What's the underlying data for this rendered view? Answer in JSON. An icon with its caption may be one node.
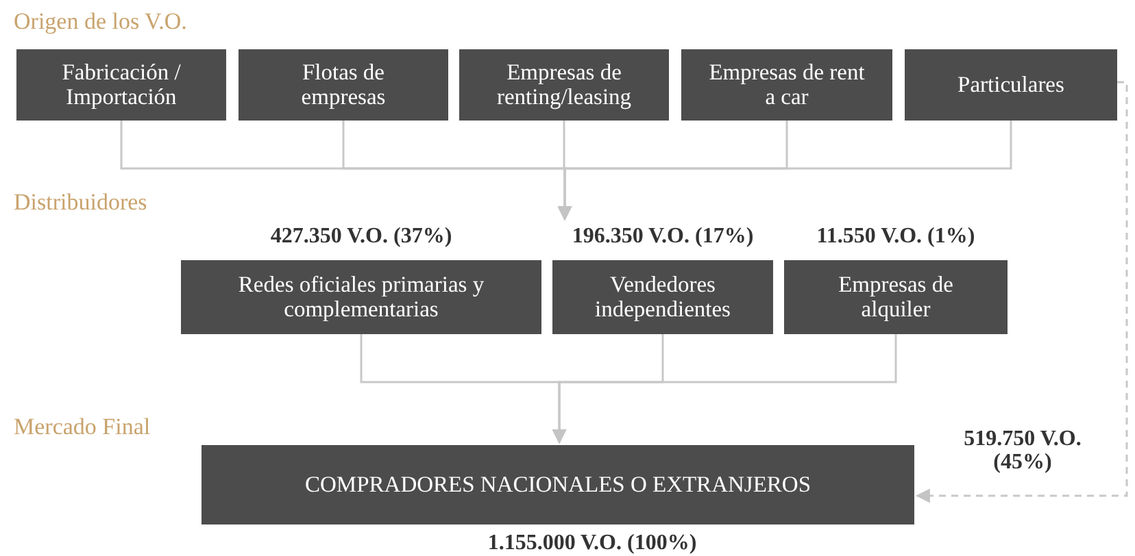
{
  "diagram": {
    "nodes": [
      {
        "text": [
          "Fabricación / Importación"
        ]
      },
      {
        "text": [
          "Flotas de empresas"
        ]
      },
      {
        "text": [
          "Empresas de renting/leasing"
        ]
      },
      {
        "text": [
          "Empresas de rent a car"
        ]
      },
      {
        "text": [
          "Particulares"
        ]
      },
      {
        "text": [
          "Redes oficiales primarias y complementarias"
        ],
        "beside": [
          "427.350 V.O. (37%)"
        ]
      },
      {
        "text": [
          "Vendedores independientes"
        ],
        "beside": [
          "196.350 V.O. (17%)"
        ]
      },
      {
        "text": [
          "Empresas de alquiler"
        ],
        "beside": [
          "11.550 V.O. (1%)"
        ]
      },
      {
        "text": [
          "COMPRADORES NACIONALES O EXTRANJEROS"
        ],
        "beside": [
          "1.155.000 V.O. (100%)"
        ]
      }
    ],
    "edges": [
      {
        "from": 0,
        "to": 6,
        "arrow": "to"
      },
      {
        "from": 1,
        "to": 6,
        "arrow": "to"
      },
      {
        "from": 2,
        "to": 6,
        "arrow": "to"
      },
      {
        "from": 3,
        "to": 6,
        "arrow": "to"
      },
      {
        "from": 4,
        "to": 6,
        "arrow": "to"
      },
      {
        "from": 5,
        "to": 8,
        "arrow": "to"
      },
      {
        "from": 6,
        "to": 8,
        "arrow": "to"
      },
      {
        "from": 7,
        "to": 8,
        "arrow": "to"
      },
      {
        "from": 4,
        "to": 8,
        "arrow": "to",
        "label": "519.750 V.O. (45%)",
        "style": "dashed"
      }
    ],
    "labels": [
      "Origen de los V.O.",
      "Distribuidores",
      "Mercado Final"
    ]
  }
}
